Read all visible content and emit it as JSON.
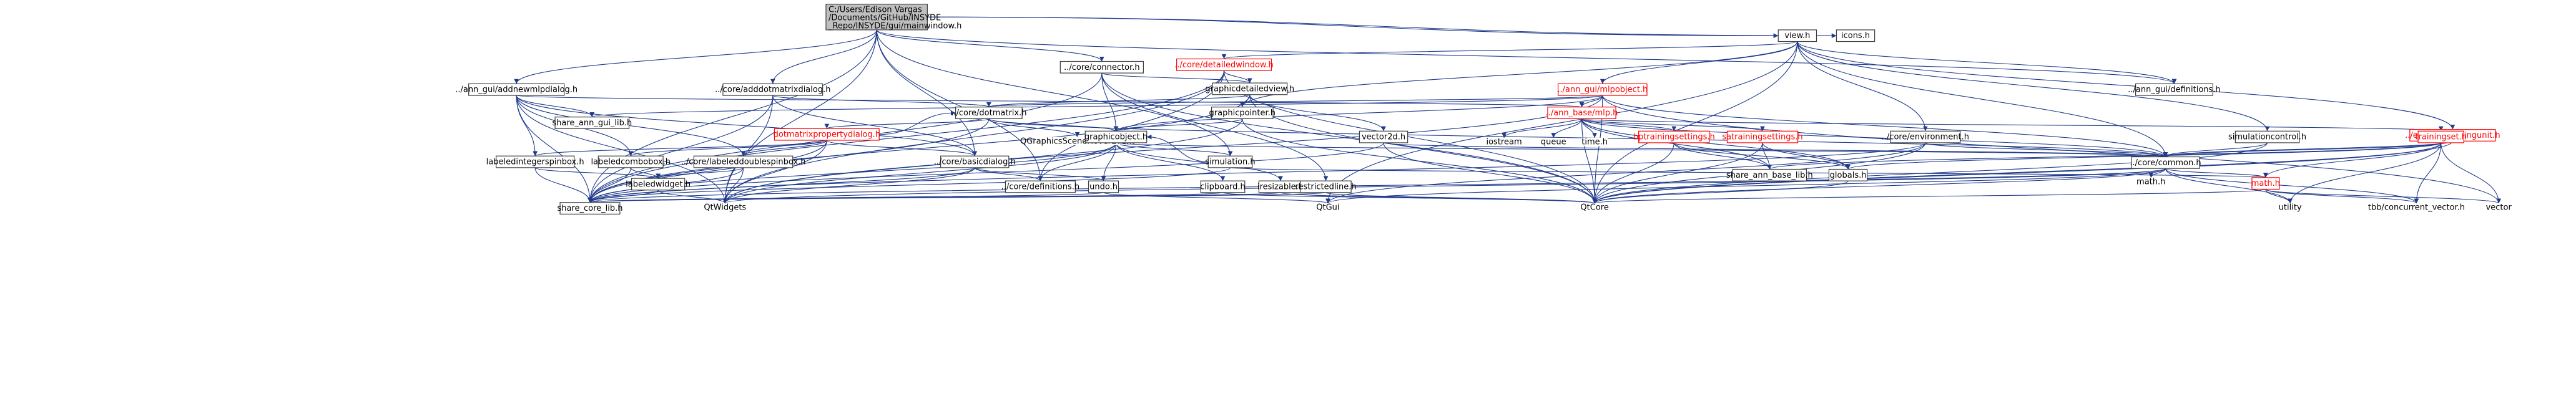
{
  "colors": {
    "edge": "#1f3a8a",
    "root_fill": "#bfbfbf",
    "warning_text": "#ff0000"
  },
  "nodes": [
    {
      "id": "mainwindow",
      "label": "C:/Users/Edison Vargas/Documents/GitHub/INSYDE_Repo/INSYDE/gui/mainwindow.h",
      "style": "root"
    },
    {
      "id": "view",
      "label": "view.h",
      "style": "plain"
    },
    {
      "id": "icons",
      "label": "icons.h",
      "style": "plain"
    },
    {
      "id": "connector",
      "label": "../core/connector.h",
      "style": "plain"
    },
    {
      "id": "detailedwindow",
      "label": "../core/detailedwindow.h",
      "style": "red"
    },
    {
      "id": "addnewmlp",
      "label": "../ann_gui/addnewmlpdialog.h",
      "style": "plain"
    },
    {
      "id": "addmatrix",
      "label": "../core/adddotmatrixdialog.h",
      "style": "plain"
    },
    {
      "id": "graphicdetailed",
      "label": "graphicdetailedview.h",
      "style": "plain"
    },
    {
      "id": "mlpobject",
      "label": "../ann_gui/mlpobject.h",
      "style": "red"
    },
    {
      "id": "anndefs",
      "label": "../ann_gui/definitions.h",
      "style": "plain"
    },
    {
      "id": "shooting",
      "label": "../ec_gui/shootingunit.h",
      "style": "red"
    },
    {
      "id": "annguilib",
      "label": "share_ann_gui_lib.h",
      "style": "plain"
    },
    {
      "id": "dotmatrix",
      "label": "../core/dotmatrix.h",
      "style": "plain"
    },
    {
      "id": "annbasemlp",
      "label": "../ann_base/mlp.h",
      "style": "red"
    },
    {
      "id": "graphicpointer",
      "label": "graphicpointer.h",
      "style": "plain"
    },
    {
      "id": "vector2d",
      "label": "vector2d.h",
      "style": "plain"
    },
    {
      "id": "environment",
      "label": "../core/environment.h",
      "style": "plain"
    },
    {
      "id": "simcontrol",
      "label": "simulationcontrol.h",
      "style": "plain"
    },
    {
      "id": "trainingset",
      "label": "trainingset.h",
      "style": "red"
    },
    {
      "id": "dmprop",
      "label": "dotmatrixpropertydialog.h",
      "style": "red"
    },
    {
      "id": "qgraphics",
      "label": "QGraphicsSceneHoverEvent",
      "style": "noborder"
    },
    {
      "id": "graphicobject",
      "label": "graphicobject.h",
      "style": "plain"
    },
    {
      "id": "iostream",
      "label": "iostream",
      "style": "noborder"
    },
    {
      "id": "queue",
      "label": "queue",
      "style": "noborder"
    },
    {
      "id": "timeh",
      "label": "time.h",
      "style": "noborder"
    },
    {
      "id": "bpsettings",
      "label": "bptrainingsettings.h",
      "style": "red"
    },
    {
      "id": "sasettings",
      "label": "satrainingsettings.h",
      "style": "red"
    },
    {
      "id": "labeledint",
      "label": "labeledintegerspinbox.h",
      "style": "plain"
    },
    {
      "id": "labeledcombo",
      "label": "labeledcombobox.h",
      "style": "plain"
    },
    {
      "id": "labeleddouble",
      "label": "../core/labeleddoublespinbox.h",
      "style": "plain"
    },
    {
      "id": "basicdialog",
      "label": "../core/basicdialog.h",
      "style": "plain"
    },
    {
      "id": "simulation",
      "label": "simulation.h",
      "style": "plain"
    },
    {
      "id": "annbaselib",
      "label": "share_ann_base_lib.h",
      "style": "plain"
    },
    {
      "id": "globals",
      "label": "globals.h",
      "style": "plain"
    },
    {
      "id": "common",
      "label": "../core/common.h",
      "style": "plain"
    },
    {
      "id": "labeledwidget",
      "label": "labeledwidget.h",
      "style": "plain"
    },
    {
      "id": "coredefs",
      "label": "../core/definitions.h",
      "style": "plain"
    },
    {
      "id": "undo",
      "label": "undo.h",
      "style": "plain"
    },
    {
      "id": "clipboard",
      "label": "clipboard.h",
      "style": "plain"
    },
    {
      "id": "iresizable",
      "label": "iresizable.h",
      "style": "plain"
    },
    {
      "id": "restricted",
      "label": "restrictedline.h",
      "style": "plain"
    },
    {
      "id": "mathh",
      "label": "math.h",
      "style": "noborder"
    },
    {
      "id": "coremath",
      "label": "math.h",
      "style": "red"
    },
    {
      "id": "corelib",
      "label": "share_core_lib.h",
      "style": "plain"
    },
    {
      "id": "qtwidgets",
      "label": "QtWidgets",
      "style": "noborder"
    },
    {
      "id": "qtgui",
      "label": "QtGui",
      "style": "noborder"
    },
    {
      "id": "qtcore",
      "label": "QtCore",
      "style": "noborder"
    },
    {
      "id": "utility",
      "label": "utility",
      "style": "noborder"
    },
    {
      "id": "tbbvec",
      "label": "tbb/concurrent_vector.h",
      "style": "noborder"
    },
    {
      "id": "vector",
      "label": "vector",
      "style": "noborder"
    }
  ],
  "edges": [
    [
      "mainwindow",
      "view"
    ],
    [
      "mainwindow",
      "icons"
    ],
    [
      "mainwindow",
      "connector"
    ],
    [
      "mainwindow",
      "addnewmlp"
    ],
    [
      "mainwindow",
      "addmatrix"
    ],
    [
      "mainwindow",
      "anndefs"
    ],
    [
      "mainwindow",
      "basicdialog"
    ],
    [
      "mainwindow",
      "simulation"
    ],
    [
      "mainwindow",
      "corelib"
    ],
    [
      "mainwindow",
      "qtwidgets"
    ],
    [
      "mainwindow",
      "coredefs"
    ],
    [
      "view",
      "detailedwindow"
    ],
    [
      "view",
      "mlpobject"
    ],
    [
      "view",
      "anndefs"
    ],
    [
      "view",
      "shooting"
    ],
    [
      "view",
      "environment"
    ],
    [
      "view",
      "simcontrol"
    ],
    [
      "view",
      "common"
    ],
    [
      "view",
      "qtgui"
    ],
    [
      "view",
      "graphicpointer"
    ],
    [
      "view",
      "qtcore"
    ],
    [
      "connector",
      "graphicdetailed"
    ],
    [
      "connector",
      "graphicobject"
    ],
    [
      "connector",
      "restricted"
    ],
    [
      "connector",
      "corelib"
    ],
    [
      "connector",
      "qtcore"
    ],
    [
      "detailedwindow",
      "graphicdetailed"
    ],
    [
      "detailedwindow",
      "coredefs"
    ],
    [
      "detailedwindow",
      "corelib"
    ],
    [
      "detailedwindow",
      "qtwidgets"
    ],
    [
      "detailedwindow",
      "qtcore"
    ],
    [
      "addnewmlp",
      "annguilib"
    ],
    [
      "addnewmlp",
      "annbasemlp"
    ],
    [
      "addnewmlp",
      "labeledint"
    ],
    [
      "addnewmlp",
      "labeledcombo"
    ],
    [
      "addnewmlp",
      "labeleddouble"
    ],
    [
      "addnewmlp",
      "basicdialog"
    ],
    [
      "addnewmlp",
      "qtwidgets"
    ],
    [
      "addnewmlp",
      "corelib"
    ],
    [
      "addmatrix",
      "dotmatrix"
    ],
    [
      "addmatrix",
      "basicdialog"
    ],
    [
      "addmatrix",
      "corelib"
    ],
    [
      "addmatrix",
      "qtwidgets"
    ],
    [
      "graphicdetailed",
      "graphicpointer"
    ],
    [
      "graphicdetailed",
      "vector2d"
    ],
    [
      "graphicdetailed",
      "dotmatrix"
    ],
    [
      "graphicdetailed",
      "qtcore"
    ],
    [
      "graphicdetailed",
      "corelib"
    ],
    [
      "mlpobject",
      "annbasemlp"
    ],
    [
      "mlpobject",
      "annguilib"
    ],
    [
      "mlpobject",
      "dotmatrix"
    ],
    [
      "mlpobject",
      "graphicobject"
    ],
    [
      "mlpobject",
      "common"
    ],
    [
      "mlpobject",
      "qtwidgets"
    ],
    [
      "mlpobject",
      "qtcore"
    ],
    [
      "mlpobject",
      "vector"
    ],
    [
      "shooting",
      "common"
    ],
    [
      "shooting",
      "qtcore"
    ],
    [
      "dotmatrix",
      "dmprop"
    ],
    [
      "dotmatrix",
      "qgraphics"
    ],
    [
      "dotmatrix",
      "graphicobject"
    ],
    [
      "dotmatrix",
      "common"
    ],
    [
      "dotmatrix",
      "corelib"
    ],
    [
      "annbasemlp",
      "iostream"
    ],
    [
      "annbasemlp",
      "queue"
    ],
    [
      "annbasemlp",
      "timeh"
    ],
    [
      "annbasemlp",
      "bpsettings"
    ],
    [
      "annbasemlp",
      "sasettings"
    ],
    [
      "annbasemlp",
      "trainingset"
    ],
    [
      "annbasemlp",
      "annbaselib"
    ],
    [
      "annbasemlp",
      "globals"
    ],
    [
      "annbasemlp",
      "common"
    ],
    [
      "annbasemlp",
      "qtcore"
    ],
    [
      "graphicpointer",
      "graphicobject"
    ],
    [
      "graphicpointer",
      "qtwidgets"
    ],
    [
      "graphicpointer",
      "qtcore"
    ],
    [
      "vector2d",
      "common"
    ],
    [
      "vector2d",
      "qtcore"
    ],
    [
      "vector2d",
      "corelib"
    ],
    [
      "environment",
      "common"
    ],
    [
      "environment",
      "qtcore"
    ],
    [
      "environment",
      "qtgui"
    ],
    [
      "environment",
      "corelib"
    ],
    [
      "simcontrol",
      "common"
    ],
    [
      "simcontrol",
      "qtcore"
    ],
    [
      "trainingset",
      "common"
    ],
    [
      "trainingset",
      "annbaselib"
    ],
    [
      "trainingset",
      "globals"
    ],
    [
      "trainingset",
      "coremath"
    ],
    [
      "trainingset",
      "qtcore"
    ],
    [
      "trainingset",
      "utility"
    ],
    [
      "trainingset",
      "tbbvec"
    ],
    [
      "trainingset",
      "vector"
    ],
    [
      "dmprop",
      "dotmatrix"
    ],
    [
      "dmprop",
      "labeledint"
    ],
    [
      "dmprop",
      "labeledcombo"
    ],
    [
      "dmprop",
      "labeleddouble"
    ],
    [
      "dmprop",
      "basicdialog"
    ],
    [
      "dmprop",
      "corelib"
    ],
    [
      "dmprop",
      "qtwidgets"
    ],
    [
      "graphicobject",
      "simulation"
    ],
    [
      "graphicobject",
      "undo"
    ],
    [
      "graphicobject",
      "clipboard"
    ],
    [
      "graphicobject",
      "iresizable"
    ],
    [
      "graphicobject",
      "coredefs"
    ],
    [
      "graphicobject",
      "common"
    ],
    [
      "graphicobject",
      "corelib"
    ],
    [
      "graphicobject",
      "qtwidgets"
    ],
    [
      "bpsettings",
      "annbaselib"
    ],
    [
      "bpsettings",
      "globals"
    ],
    [
      "bpsettings",
      "qtcore"
    ],
    [
      "sasettings",
      "annbaselib"
    ],
    [
      "sasettings",
      "globals"
    ],
    [
      "sasettings",
      "qtcore"
    ],
    [
      "labeledint",
      "labeledwidget"
    ],
    [
      "labeledint",
      "corelib"
    ],
    [
      "labeledcombo",
      "labeledwidget"
    ],
    [
      "labeledcombo",
      "corelib"
    ],
    [
      "labeleddouble",
      "labeledwidget"
    ],
    [
      "labeleddouble",
      "corelib"
    ],
    [
      "labeleddouble",
      "qtwidgets"
    ],
    [
      "basicdialog",
      "coredefs"
    ],
    [
      "basicdialog",
      "corelib"
    ],
    [
      "basicdialog",
      "qtwidgets"
    ],
    [
      "basicdialog",
      "undo"
    ],
    [
      "simulation",
      "graphicobject"
    ],
    [
      "simulation",
      "corelib"
    ],
    [
      "simulation",
      "coremath"
    ],
    [
      "globals",
      "qtcore"
    ],
    [
      "common",
      "mathh"
    ],
    [
      "common",
      "coremath"
    ],
    [
      "common",
      "qtcore"
    ],
    [
      "common",
      "qtgui"
    ],
    [
      "common",
      "qtwidgets"
    ],
    [
      "common",
      "utility"
    ],
    [
      "common",
      "tbbvec"
    ],
    [
      "common",
      "corelib"
    ],
    [
      "labeledwidget",
      "corelib"
    ],
    [
      "labeledwidget",
      "qtwidgets"
    ],
    [
      "undo",
      "qtgui"
    ],
    [
      "undo",
      "corelib"
    ],
    [
      "clipboard",
      "corelib"
    ],
    [
      "clipboard",
      "qtcore"
    ],
    [
      "iresizable",
      "corelib"
    ],
    [
      "iresizable",
      "qtcore"
    ],
    [
      "restricted",
      "corelib"
    ],
    [
      "restricted",
      "qtcore"
    ],
    [
      "coremath",
      "qtcore"
    ],
    [
      "coremath",
      "vector"
    ],
    [
      "coremath",
      "utility"
    ],
    [
      "coremath",
      "tbbvec"
    ]
  ]
}
